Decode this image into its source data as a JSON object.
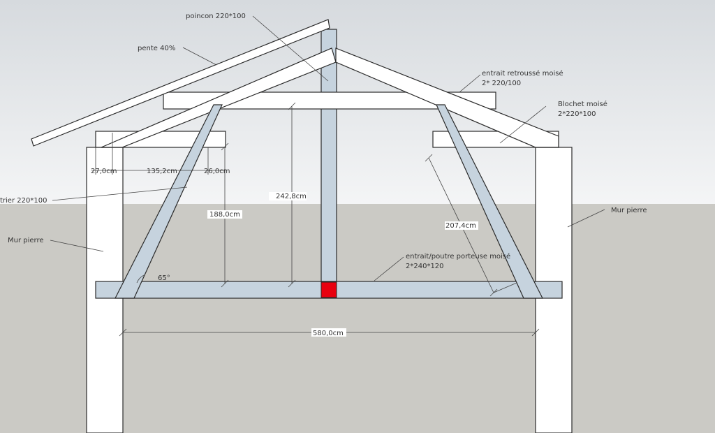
{
  "colors": {
    "sky_top": "#d6dade",
    "sky_bottom": "#f4f5f6",
    "ground": "#cbcac5",
    "wall": "#ffffff",
    "timber": "#c6d3de",
    "rafter": "#ffffff",
    "outline": "#2a2a2a",
    "king_post_section": "#e8000f",
    "leader": "#444444"
  },
  "labels": {
    "poincon": "poincon 220*100",
    "pente": "pente 40%",
    "entrait_retrousse_1": "entrait retroussé moisé",
    "entrait_retrousse_2": "2* 220/100",
    "blochet_1": "Blochet moisé",
    "blochet_2": "2*220*100",
    "etrier": "trier 220*100",
    "mur_left": "Mur pierre",
    "mur_right": "Mur pierre",
    "entrait_poutre_1": "entrait/poutre porteuse moisé",
    "entrait_poutre_2": "2*240*120"
  },
  "dimensions": {
    "d_27": "27,0cm",
    "d_135": "135,2cm",
    "d_26": "26,0cm",
    "d_242": "242,8cm",
    "d_188": "188,0cm",
    "d_207": "207,4cm",
    "d_580": "580,0cm",
    "angle": "65°"
  }
}
